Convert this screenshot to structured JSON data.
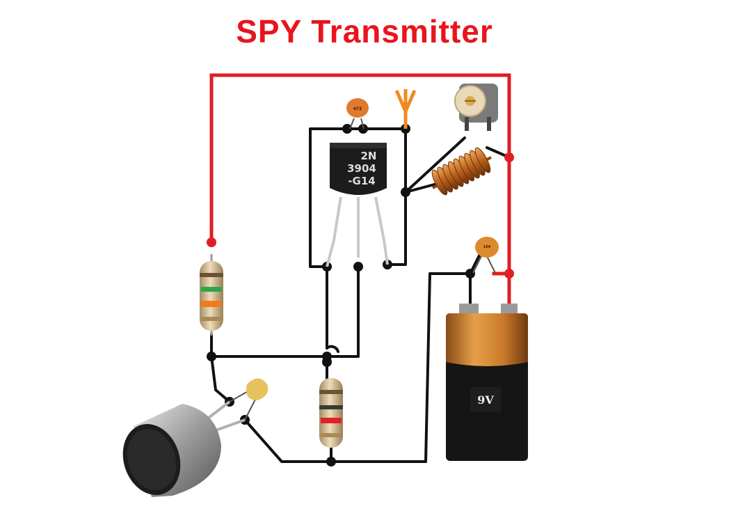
{
  "title": "SPY Transmitter",
  "transistor": {
    "line1": "2N",
    "line2": "3904",
    "line3": "-G14"
  },
  "battery": {
    "label": "9V"
  },
  "colors": {
    "title": "#e8151b",
    "positive_wire": "#e01e24",
    "ground_wire": "#111111",
    "antenna": "#f08a24",
    "capacitor": "#e0762a",
    "coil": "#c4651e",
    "battery_copper": "#d8892f",
    "battery_black": "#151515",
    "resistor_body": "#d9c29a"
  },
  "icons": [
    "antenna-icon",
    "microphone-icon",
    "battery-icon",
    "transistor-icon",
    "coil-icon",
    "trimmer-capacitor-icon",
    "capacitor-icon",
    "resistor-icon"
  ]
}
